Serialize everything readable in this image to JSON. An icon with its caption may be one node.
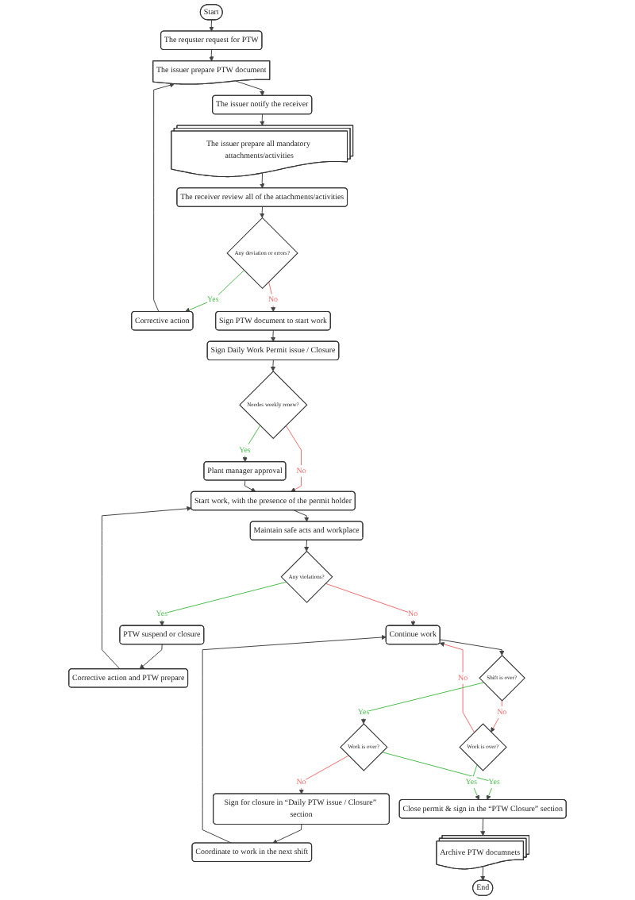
{
  "diagram": {
    "nodes": [
      {
        "text": [
          "Start"
        ]
      },
      {
        "text": [
          "The requster request for PTW"
        ]
      },
      {
        "text": [
          "The issuer prepare PTW document"
        ]
      },
      {
        "text": [
          "The issuer notify the receiver"
        ]
      },
      {
        "text": [
          "The issuer prepare all mandatory attachments/activities"
        ]
      },
      {
        "text": [
          "The receiver review all of the attachments/activities"
        ]
      },
      {
        "text": [
          "Any deviation or errors?"
        ]
      },
      {
        "text": [
          "Corrective action"
        ]
      },
      {
        "text": [
          "Sign PTW document to start work"
        ]
      },
      {
        "text": [
          "Sign Daily Work Permit issue / Closure"
        ]
      },
      {
        "text": [
          "Needes weekly renew?"
        ]
      },
      {
        "text": [
          "Plant manager approval"
        ]
      },
      {
        "text": [
          "Start work, with the presence of the permit holder"
        ]
      },
      {
        "text": [
          "Maintain safe acts and workplace"
        ]
      },
      {
        "text": [
          "Any violations?"
        ]
      },
      {
        "text": [
          "PTW suspend or closure"
        ]
      },
      {
        "text": [
          "Corrective action and PTW prepare"
        ]
      },
      {
        "text": [
          "Continue work"
        ]
      },
      {
        "text": [
          "Shift is over?"
        ]
      },
      {
        "text": [
          "Work is over?"
        ]
      },
      {
        "text": [
          "Work is over?"
        ]
      },
      {
        "text": [
          "Sign for closure in “Daily PTW issue / Closure” section"
        ]
      },
      {
        "text": [
          "Coordinate to work in the next shift"
        ]
      },
      {
        "text": [
          "Close permit & sign in the “PTW Closure” section"
        ]
      },
      {
        "text": [
          "Archive PTW documnets"
        ]
      },
      {
        "text": [
          "End"
        ]
      }
    ],
    "edges": [
      {
        "from": 0,
        "to": 1,
        "arrow": "to"
      },
      {
        "from": 1,
        "to": 2,
        "arrow": "to"
      },
      {
        "from": 2,
        "to": 3,
        "arrow": "to"
      },
      {
        "from": 3,
        "to": 4,
        "arrow": "to"
      },
      {
        "from": 4,
        "to": 5,
        "arrow": "to"
      },
      {
        "from": 5,
        "to": 6,
        "arrow": "to"
      },
      {
        "from": 6,
        "to": 7,
        "arrow": "to",
        "label": "Yes",
        "color": "#4cbb4c"
      },
      {
        "from": 7,
        "to": 2,
        "arrow": "to"
      },
      {
        "from": 6,
        "to": 8,
        "arrow": "to",
        "label": "No",
        "color": "#f26d6d"
      },
      {
        "from": 8,
        "to": 9,
        "arrow": "to"
      },
      {
        "from": 9,
        "to": 10,
        "arrow": "to"
      },
      {
        "from": 10,
        "to": 11,
        "arrow": "to",
        "label": "Yes",
        "color": "#4cbb4c"
      },
      {
        "from": 10,
        "to": 12,
        "arrow": "to",
        "label": "No",
        "color": "#f26d6d"
      },
      {
        "from": 11,
        "to": 12,
        "arrow": "to"
      },
      {
        "from": 12,
        "to": 13,
        "arrow": "to"
      },
      {
        "from": 13,
        "to": 14,
        "arrow": "to"
      },
      {
        "from": 14,
        "to": 15,
        "arrow": "to",
        "label": "Yes",
        "color": "#4cbb4c"
      },
      {
        "from": 15,
        "to": 16,
        "arrow": "to"
      },
      {
        "from": 16,
        "to": 12,
        "arrow": "to"
      },
      {
        "from": 14,
        "to": 17,
        "arrow": "to",
        "label": "No",
        "color": "#f26d6d"
      },
      {
        "from": 17,
        "to": 18,
        "arrow": "to"
      },
      {
        "from": 18,
        "to": 19,
        "arrow": "to",
        "label": "No",
        "color": "#f26d6d"
      },
      {
        "from": 19,
        "to": 17,
        "arrow": "to",
        "label": "No",
        "color": "#f26d6d"
      },
      {
        "from": 18,
        "to": 20,
        "arrow": "to",
        "label": "Yes",
        "color": "#4cbb4c"
      },
      {
        "from": 20,
        "to": 21,
        "arrow": "to",
        "label": "No",
        "color": "#f26d6d"
      },
      {
        "from": 21,
        "to": 22,
        "arrow": "to"
      },
      {
        "from": 22,
        "to": 17,
        "arrow": "to"
      },
      {
        "from": 20,
        "to": 23,
        "arrow": "to",
        "label": "Yes",
        "color": "#4cbb4c"
      },
      {
        "from": 19,
        "to": 23,
        "arrow": "to",
        "label": "Yes",
        "color": "#4cbb4c"
      },
      {
        "from": 23,
        "to": 24,
        "arrow": "to"
      },
      {
        "from": 24,
        "to": 25,
        "arrow": "to"
      }
    ]
  }
}
